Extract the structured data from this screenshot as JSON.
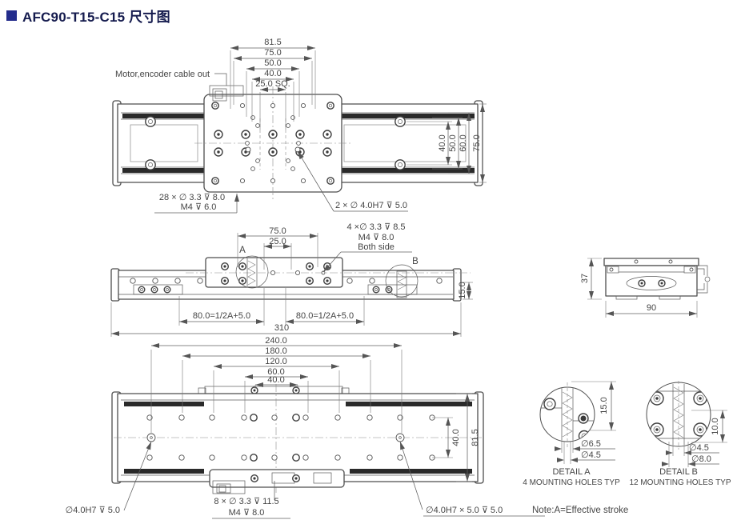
{
  "title": {
    "text": "AFC90-T15-C15 尺寸图"
  },
  "colors": {
    "accent": "#232c8c",
    "title_text": "#151b4e",
    "line": "#4e4e4e",
    "dim_text": "#454545"
  },
  "top_view": {
    "cable_label": "Motor,encoder cable out",
    "dims_top": [
      "81.5",
      "75.0",
      "50.0",
      "40.0",
      "25.0 SQ."
    ],
    "dims_right": [
      "40.0",
      "50.0",
      "60.0",
      "75.0"
    ],
    "holes_label_1": "28 × ∅ 3.3 ⊽ 8.0",
    "holes_label_2": "M4 ⊽ 6.0",
    "pin_label": "2 × ∅ 4.0H7 ⊽ 5.0"
  },
  "front_view": {
    "dim_75": "75.0",
    "dim_25": "25.0",
    "detail_a_mark": "A",
    "detail_b_mark": "B",
    "side_holes_1": "4 ×∅ 3.3 ⊽ 8.5",
    "side_holes_2": "M4 ⊽ 8.0",
    "side_holes_3": "Both side",
    "dim_left_half": "80.0=1/2A+5.0",
    "dim_right_half": "80.0=1/2A+5.0",
    "dim_total": "310",
    "dim_height": "15.0"
  },
  "end_view": {
    "dim_height": "37",
    "dim_width": "90"
  },
  "bottom_view": {
    "dims_top": [
      "240.0",
      "180.0",
      "120.0",
      "60.0",
      "40.0"
    ],
    "dim_rows": "40.0",
    "dim_width": "81.5",
    "pin_left_label": "∅4.0H7 ⊽ 5.0",
    "holes_label_1": "8 × ∅ 3.3 ⊽ 11.5",
    "holes_label_2": "M4 ⊽ 8.0",
    "pin_right_label": "∅4.0H7 × 5.0 ⊽ 5.0"
  },
  "detail_a": {
    "name": "DETAIL A",
    "desc": "4 MOUNTING HOLES TYP",
    "dim_height": "15.0",
    "dia_outer": "∅6.5",
    "dia_inner": "∅4.5"
  },
  "detail_b": {
    "name": "DETAIL B",
    "desc": "12 MOUNTING HOLES TYP",
    "dim_height": "10.0",
    "dia_inner": "∅4.5",
    "dia_outer": "∅8.0"
  },
  "note": {
    "text": "Note:A=Effective stroke"
  }
}
